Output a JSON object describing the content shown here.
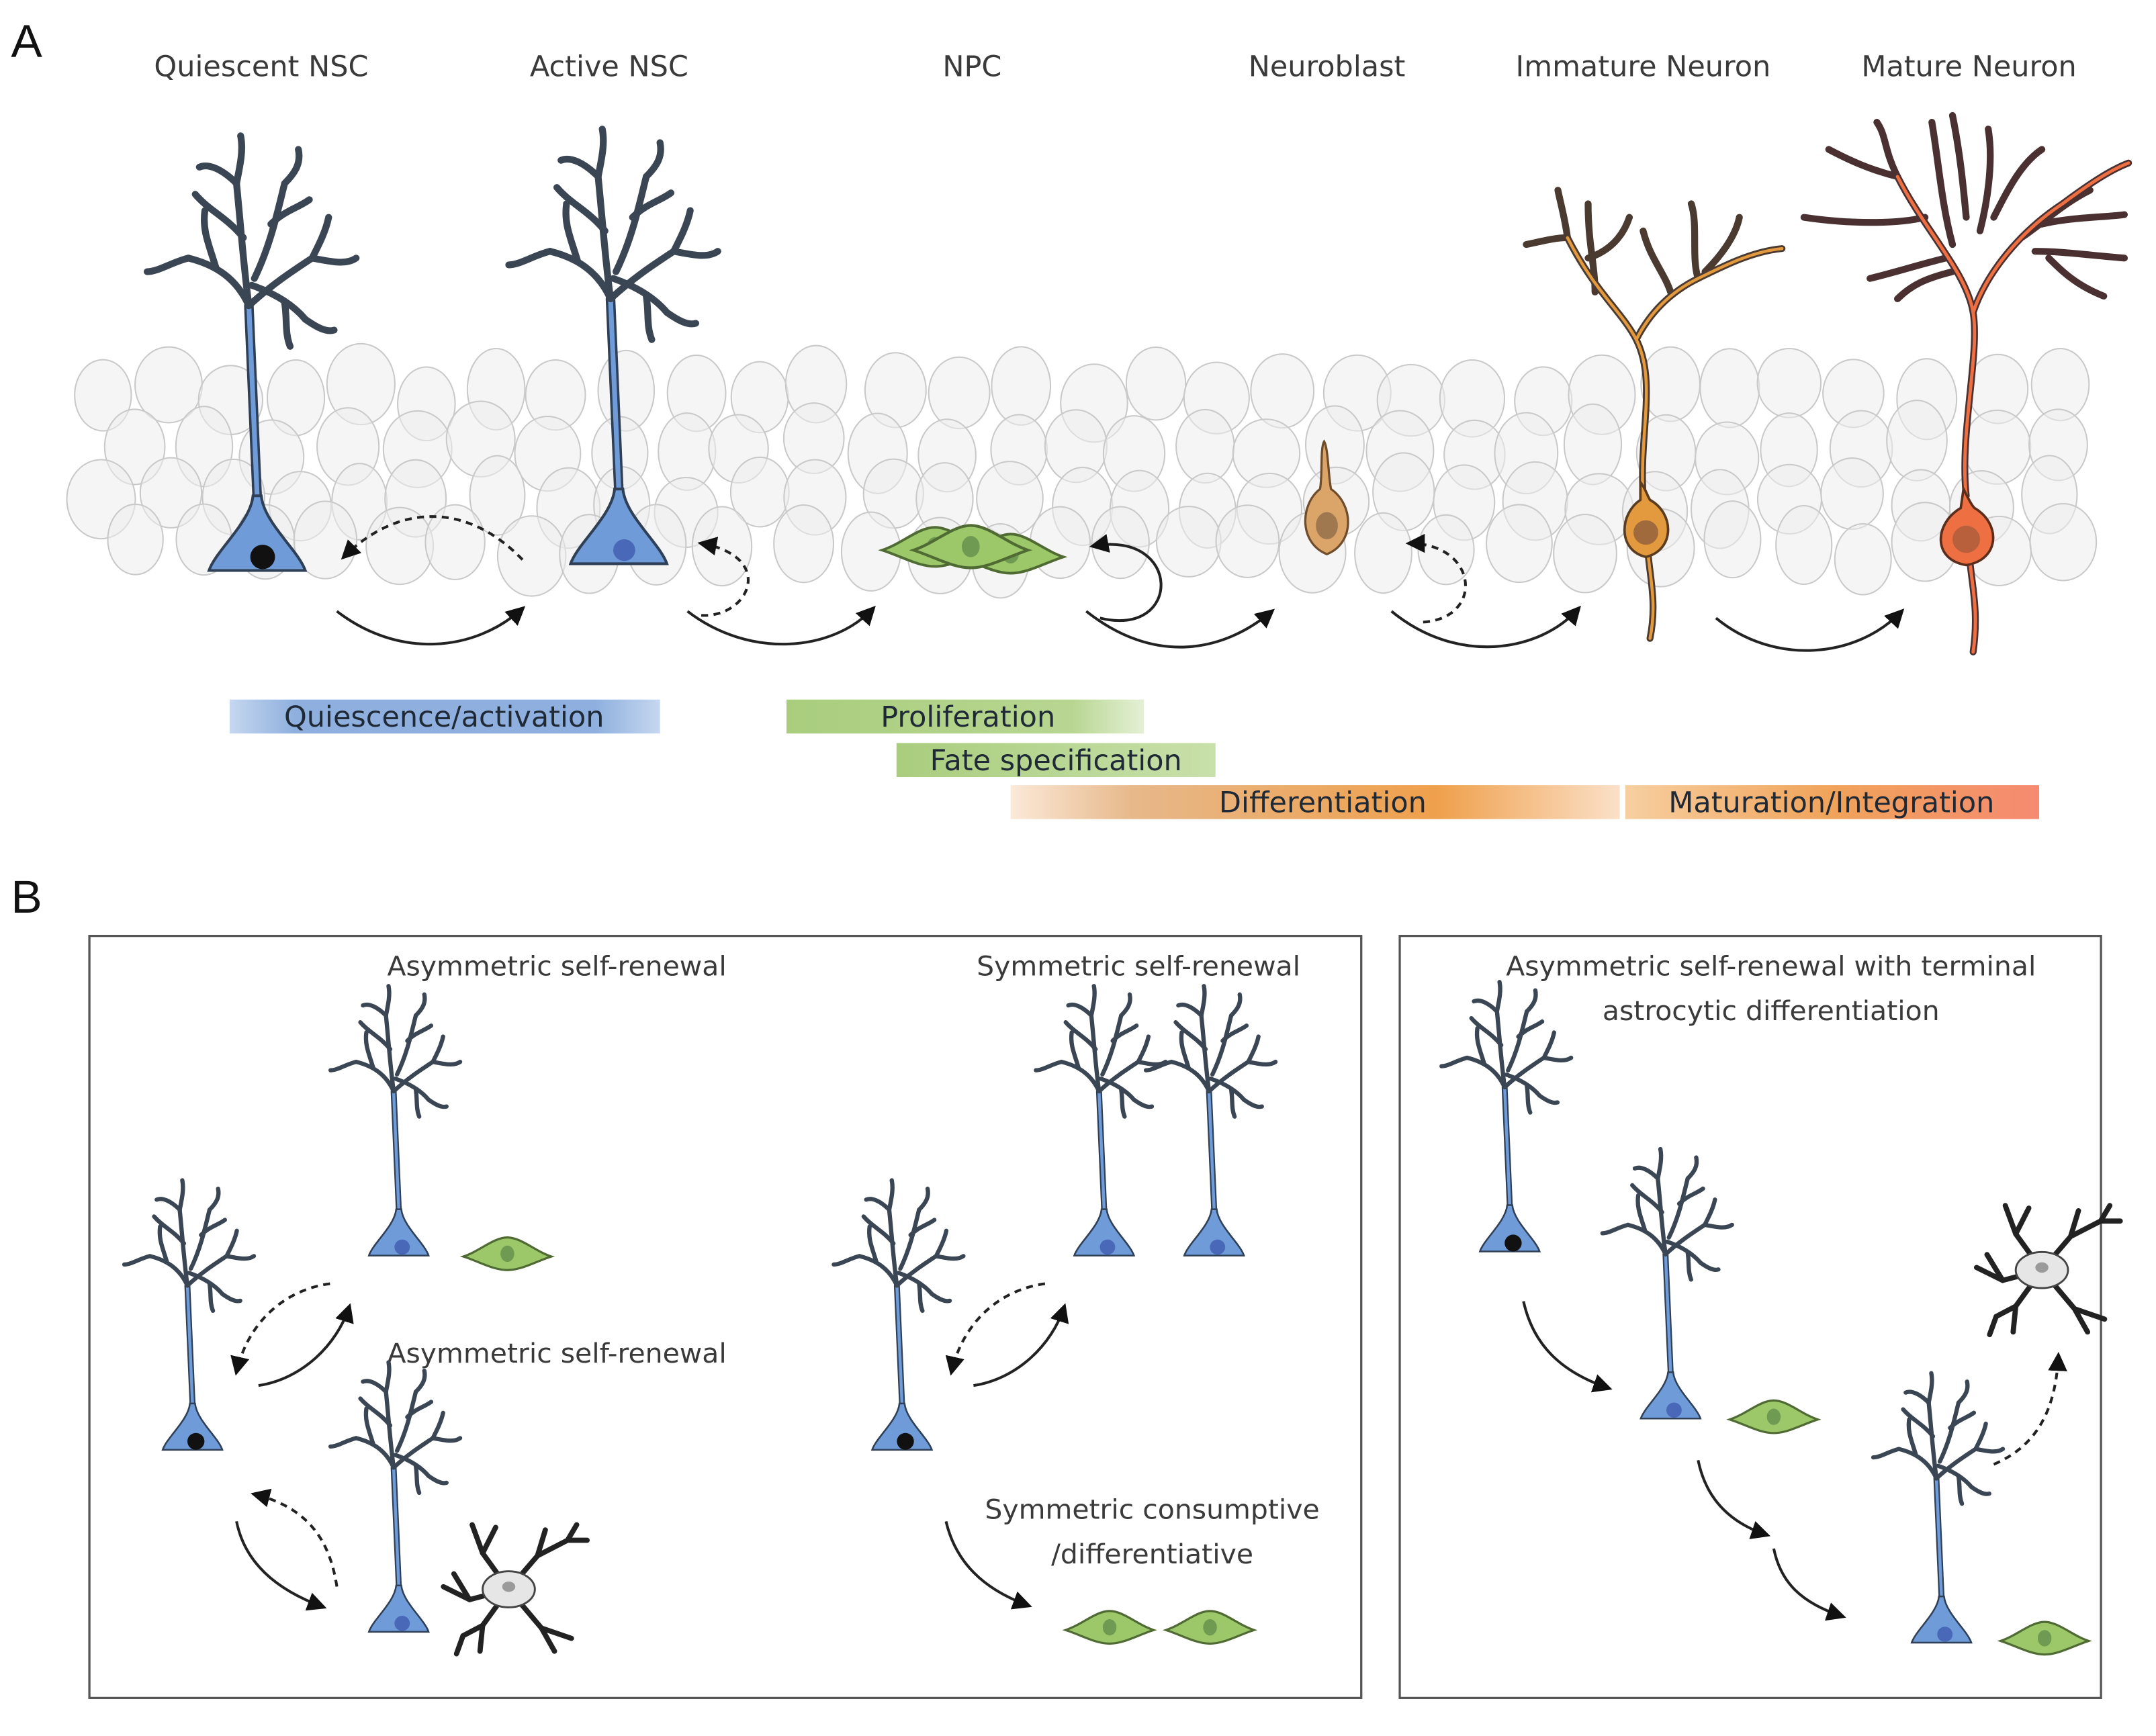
{
  "figure": {
    "panel_a": {
      "label": "A",
      "stages": [
        {
          "name": "Quiescent NSC",
          "color": "#6f9bd8",
          "nucleus": "#111111"
        },
        {
          "name": "Active NSC",
          "color": "#6f9bd8",
          "nucleus": "#4a68b8"
        },
        {
          "name": "NPC",
          "color": "#9cc86a",
          "nucleus": "#6e9a52"
        },
        {
          "name": "Neuroblast",
          "color": "#dba468",
          "nucleus": "#a07850"
        },
        {
          "name": "Immature Neuron",
          "color": "#e3993e",
          "nucleus": "#a06a3c"
        },
        {
          "name": "Mature Neuron",
          "color": "#ee7042",
          "nucleus": "#b8603c"
        }
      ],
      "process_bars": [
        {
          "label": "Quiescence/activation",
          "color": "#7fa3d9"
        },
        {
          "label": "Proliferation",
          "color": "#a9cd7d"
        },
        {
          "label": "Fate specification",
          "color": "#a9cd7d"
        },
        {
          "label": "Differentiation",
          "color": "#e8a05a"
        },
        {
          "label": "Maturation/Integration",
          "color": "#f07a50"
        }
      ]
    },
    "panel_b": {
      "label": "B",
      "box1": {
        "titles": {
          "asym_top": "Asymmetric self-renewal",
          "sym": "Symmetric self-renewal",
          "asym_bottom": "Asymmetric self-renewal",
          "consumptive_line1": "Symmetric consumptive",
          "consumptive_line2": "/differentiative"
        }
      },
      "box2": {
        "title_line1": "Asymmetric self-renewal with terminal",
        "title_line2": "astrocytic differentiation"
      }
    },
    "colors": {
      "nsc_body": "#6f9bd8",
      "nsc_outline": "#2f3f55",
      "npc_body": "#9cc86a",
      "astrocyte_body": "#e6e6e6",
      "dendrite_dark": "#3b4654"
    }
  }
}
